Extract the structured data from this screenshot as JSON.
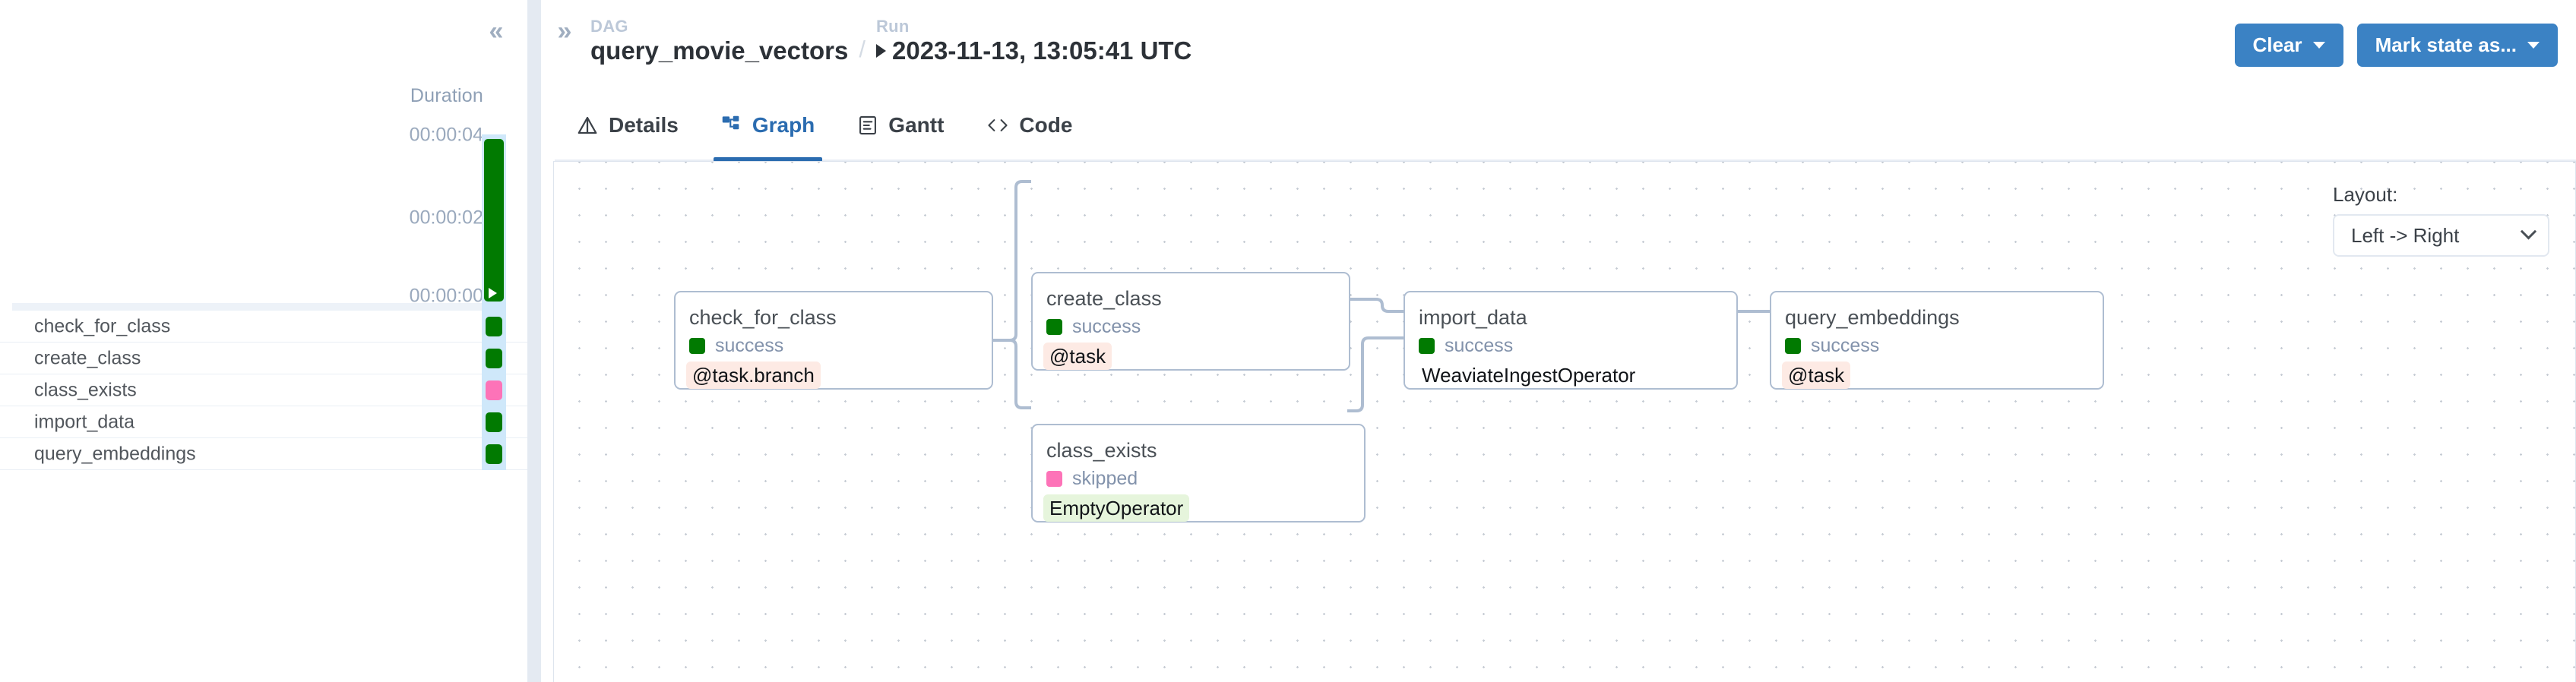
{
  "grid_panel": {
    "collapse_icon": "double-chevron-left-icon",
    "duration_header": "Duration",
    "axis_ticks": [
      "00:00:04",
      "00:00:02",
      "00:00:00"
    ],
    "run_bar": {
      "state": "success",
      "color": "#017a01",
      "play_icon": "play-triangle-icon"
    },
    "rows": [
      {
        "name": "check_for_class",
        "state": "success",
        "color": "#017a01"
      },
      {
        "name": "create_class",
        "state": "success",
        "color": "#017a01"
      },
      {
        "name": "class_exists",
        "state": "skipped",
        "color": "#fd73b8"
      },
      {
        "name": "import_data",
        "state": "success",
        "color": "#017a01"
      },
      {
        "name": "query_embeddings",
        "state": "success",
        "color": "#017a01"
      }
    ]
  },
  "header": {
    "expand_icon": "double-chevron-right-icon",
    "dag_kicker": "DAG",
    "dag_name": "query_movie_vectors",
    "separator": "/",
    "run_kicker": "Run",
    "run_value": "2023-11-13, 13:05:41 UTC",
    "buttons": [
      {
        "label": "Clear",
        "name": "clear-button"
      },
      {
        "label": "Mark state as...",
        "name": "mark-state-button"
      }
    ]
  },
  "tabs": [
    {
      "label": "Details",
      "icon": "details-triangle-icon",
      "active": false
    },
    {
      "label": "Graph",
      "icon": "graph-nodes-icon",
      "active": true
    },
    {
      "label": "Gantt",
      "icon": "gantt-document-icon",
      "active": false
    },
    {
      "label": "Code",
      "icon": "code-brackets-icon",
      "active": false
    }
  ],
  "graph": {
    "layout": {
      "label": "Layout:",
      "value": "Left -> Right",
      "chevron": "chevron-down-icon"
    },
    "nodes": [
      {
        "id": "check_for_class",
        "title": "check_for_class",
        "state": "success",
        "state_color": "#017a01",
        "operator": "@task.branch",
        "operator_style": "op-task"
      },
      {
        "id": "create_class",
        "title": "create_class",
        "state": "success",
        "state_color": "#017a01",
        "operator": "@task",
        "operator_style": "op-task"
      },
      {
        "id": "class_exists",
        "title": "class_exists",
        "state": "skipped",
        "state_color": "#fd73b8",
        "operator": "EmptyOperator",
        "operator_style": "op-empty"
      },
      {
        "id": "import_data",
        "title": "import_data",
        "state": "success",
        "state_color": "#017a01",
        "operator": "WeaviateIngestOperator",
        "operator_style": "op-plain"
      },
      {
        "id": "query_embeddings",
        "title": "query_embeddings",
        "state": "success",
        "state_color": "#017a01",
        "operator": "@task",
        "operator_style": "op-task"
      }
    ]
  },
  "colors": {
    "accent_blue": "#2b6cb0",
    "button_blue": "#3b82c4",
    "success_green": "#017a01",
    "skipped_pink": "#fd73b8",
    "edge_gray": "#aebdd1"
  }
}
